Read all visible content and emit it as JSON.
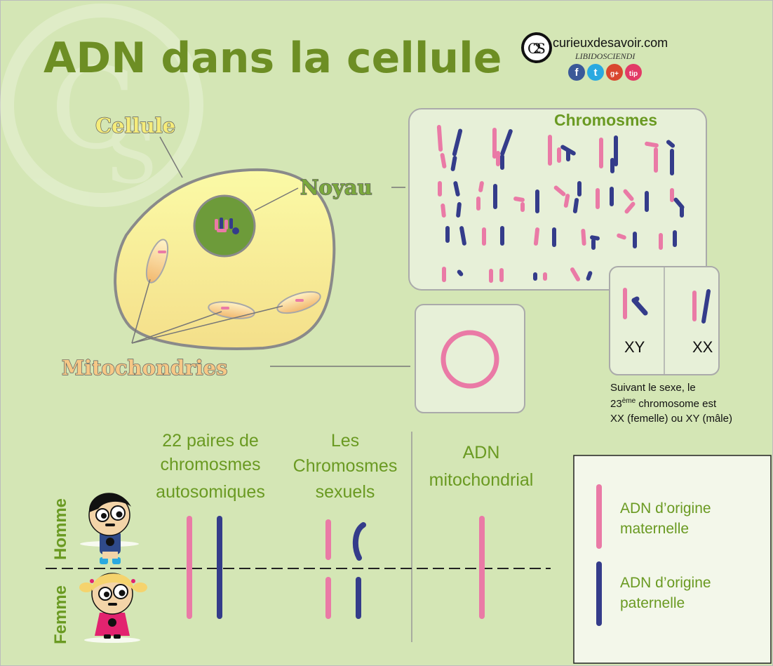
{
  "title": "ADN dans la cellule",
  "brand": {
    "site": "curieuxdesavoir.com",
    "motto": "LIBIDOSCIENDI",
    "logo_letters": "C2S",
    "social": [
      {
        "icon": "facebook-icon",
        "glyph": "f",
        "color": "#3b5998"
      },
      {
        "icon": "twitter-icon",
        "glyph": "t",
        "color": "#2aa9e0"
      },
      {
        "icon": "googleplus-icon",
        "glyph": "g+",
        "color": "#d9472f"
      },
      {
        "icon": "tip-icon",
        "glyph": "tip",
        "color": "#e23a66"
      }
    ]
  },
  "labels": {
    "cellule": "Cellule",
    "noyau": "Noyau",
    "mitochondries": "Mitochondries"
  },
  "karyotype": {
    "title": "Chromosmes",
    "xy": "XY",
    "xx": "XX",
    "note_line1": "Suivant le sexe, le",
    "note_num": "23",
    "note_sup": "ème",
    "note_rest": " chromosome est",
    "note_line3": "XX (femelle) ou XY (mâle)"
  },
  "columns": {
    "auto": [
      "22 paires de",
      "chromosmes",
      "autosomiques"
    ],
    "sex": [
      "Les",
      "Chromosmes",
      "sexuels"
    ],
    "mito": [
      "ADN",
      "mitochondrial"
    ]
  },
  "rows": {
    "homme": "Homme",
    "femme": "Femme"
  },
  "legend": {
    "maternal": [
      "ADN d’origine",
      "maternelle"
    ],
    "paternal": [
      "ADN d’origine",
      "paternelle"
    ]
  },
  "colors": {
    "background": "#d4e6b5",
    "maternal": "#ea7aa6",
    "paternal": "#343c8a",
    "accent_green": "#6a9a22",
    "cell": "#f2ee82",
    "nucleus": "#6d9b3a",
    "mitochondria": "#f6c886"
  }
}
